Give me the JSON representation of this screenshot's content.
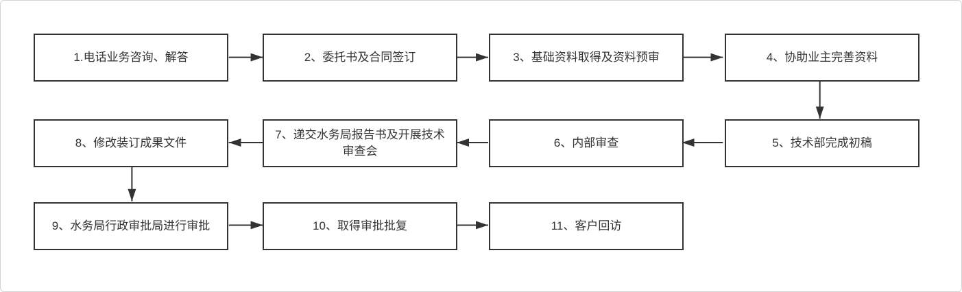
{
  "page": {
    "background": "#ffffff",
    "frame_border": "#d4d4d4"
  },
  "flowchart": {
    "type": "flowchart",
    "nodes": [
      {
        "id": 1,
        "label": "1.电话业务咨询、解答"
      },
      {
        "id": 2,
        "label": "2、委托书及合同签订"
      },
      {
        "id": 3,
        "label": "3、基础资料取得及资料预审"
      },
      {
        "id": 4,
        "label": "4、协助业主完善资料"
      },
      {
        "id": 5,
        "label": "5、技术部完成初稿"
      },
      {
        "id": 6,
        "label": "6、内部审查"
      },
      {
        "id": 7,
        "label": "7、递交水务局报告书及开展技术\n审查会"
      },
      {
        "id": 8,
        "label": "8、修改装订成果文件"
      },
      {
        "id": 9,
        "label": "9、水务局行政审批局进行审批"
      },
      {
        "id": 10,
        "label": "10、取得审批批复"
      },
      {
        "id": 11,
        "label": "11、客户回访"
      }
    ],
    "rows": [
      [
        1,
        2,
        3,
        4
      ],
      [
        8,
        7,
        6,
        5
      ],
      [
        9,
        10,
        11
      ]
    ],
    "connections": [
      [
        1,
        2
      ],
      [
        2,
        3
      ],
      [
        3,
        4
      ],
      [
        4,
        5
      ],
      [
        5,
        6
      ],
      [
        6,
        7
      ],
      [
        7,
        8
      ],
      [
        8,
        9
      ],
      [
        9,
        10
      ],
      [
        10,
        11
      ]
    ],
    "colors": {
      "box_border": "#333333",
      "text": "#333333",
      "arrow": "#333333"
    }
  }
}
